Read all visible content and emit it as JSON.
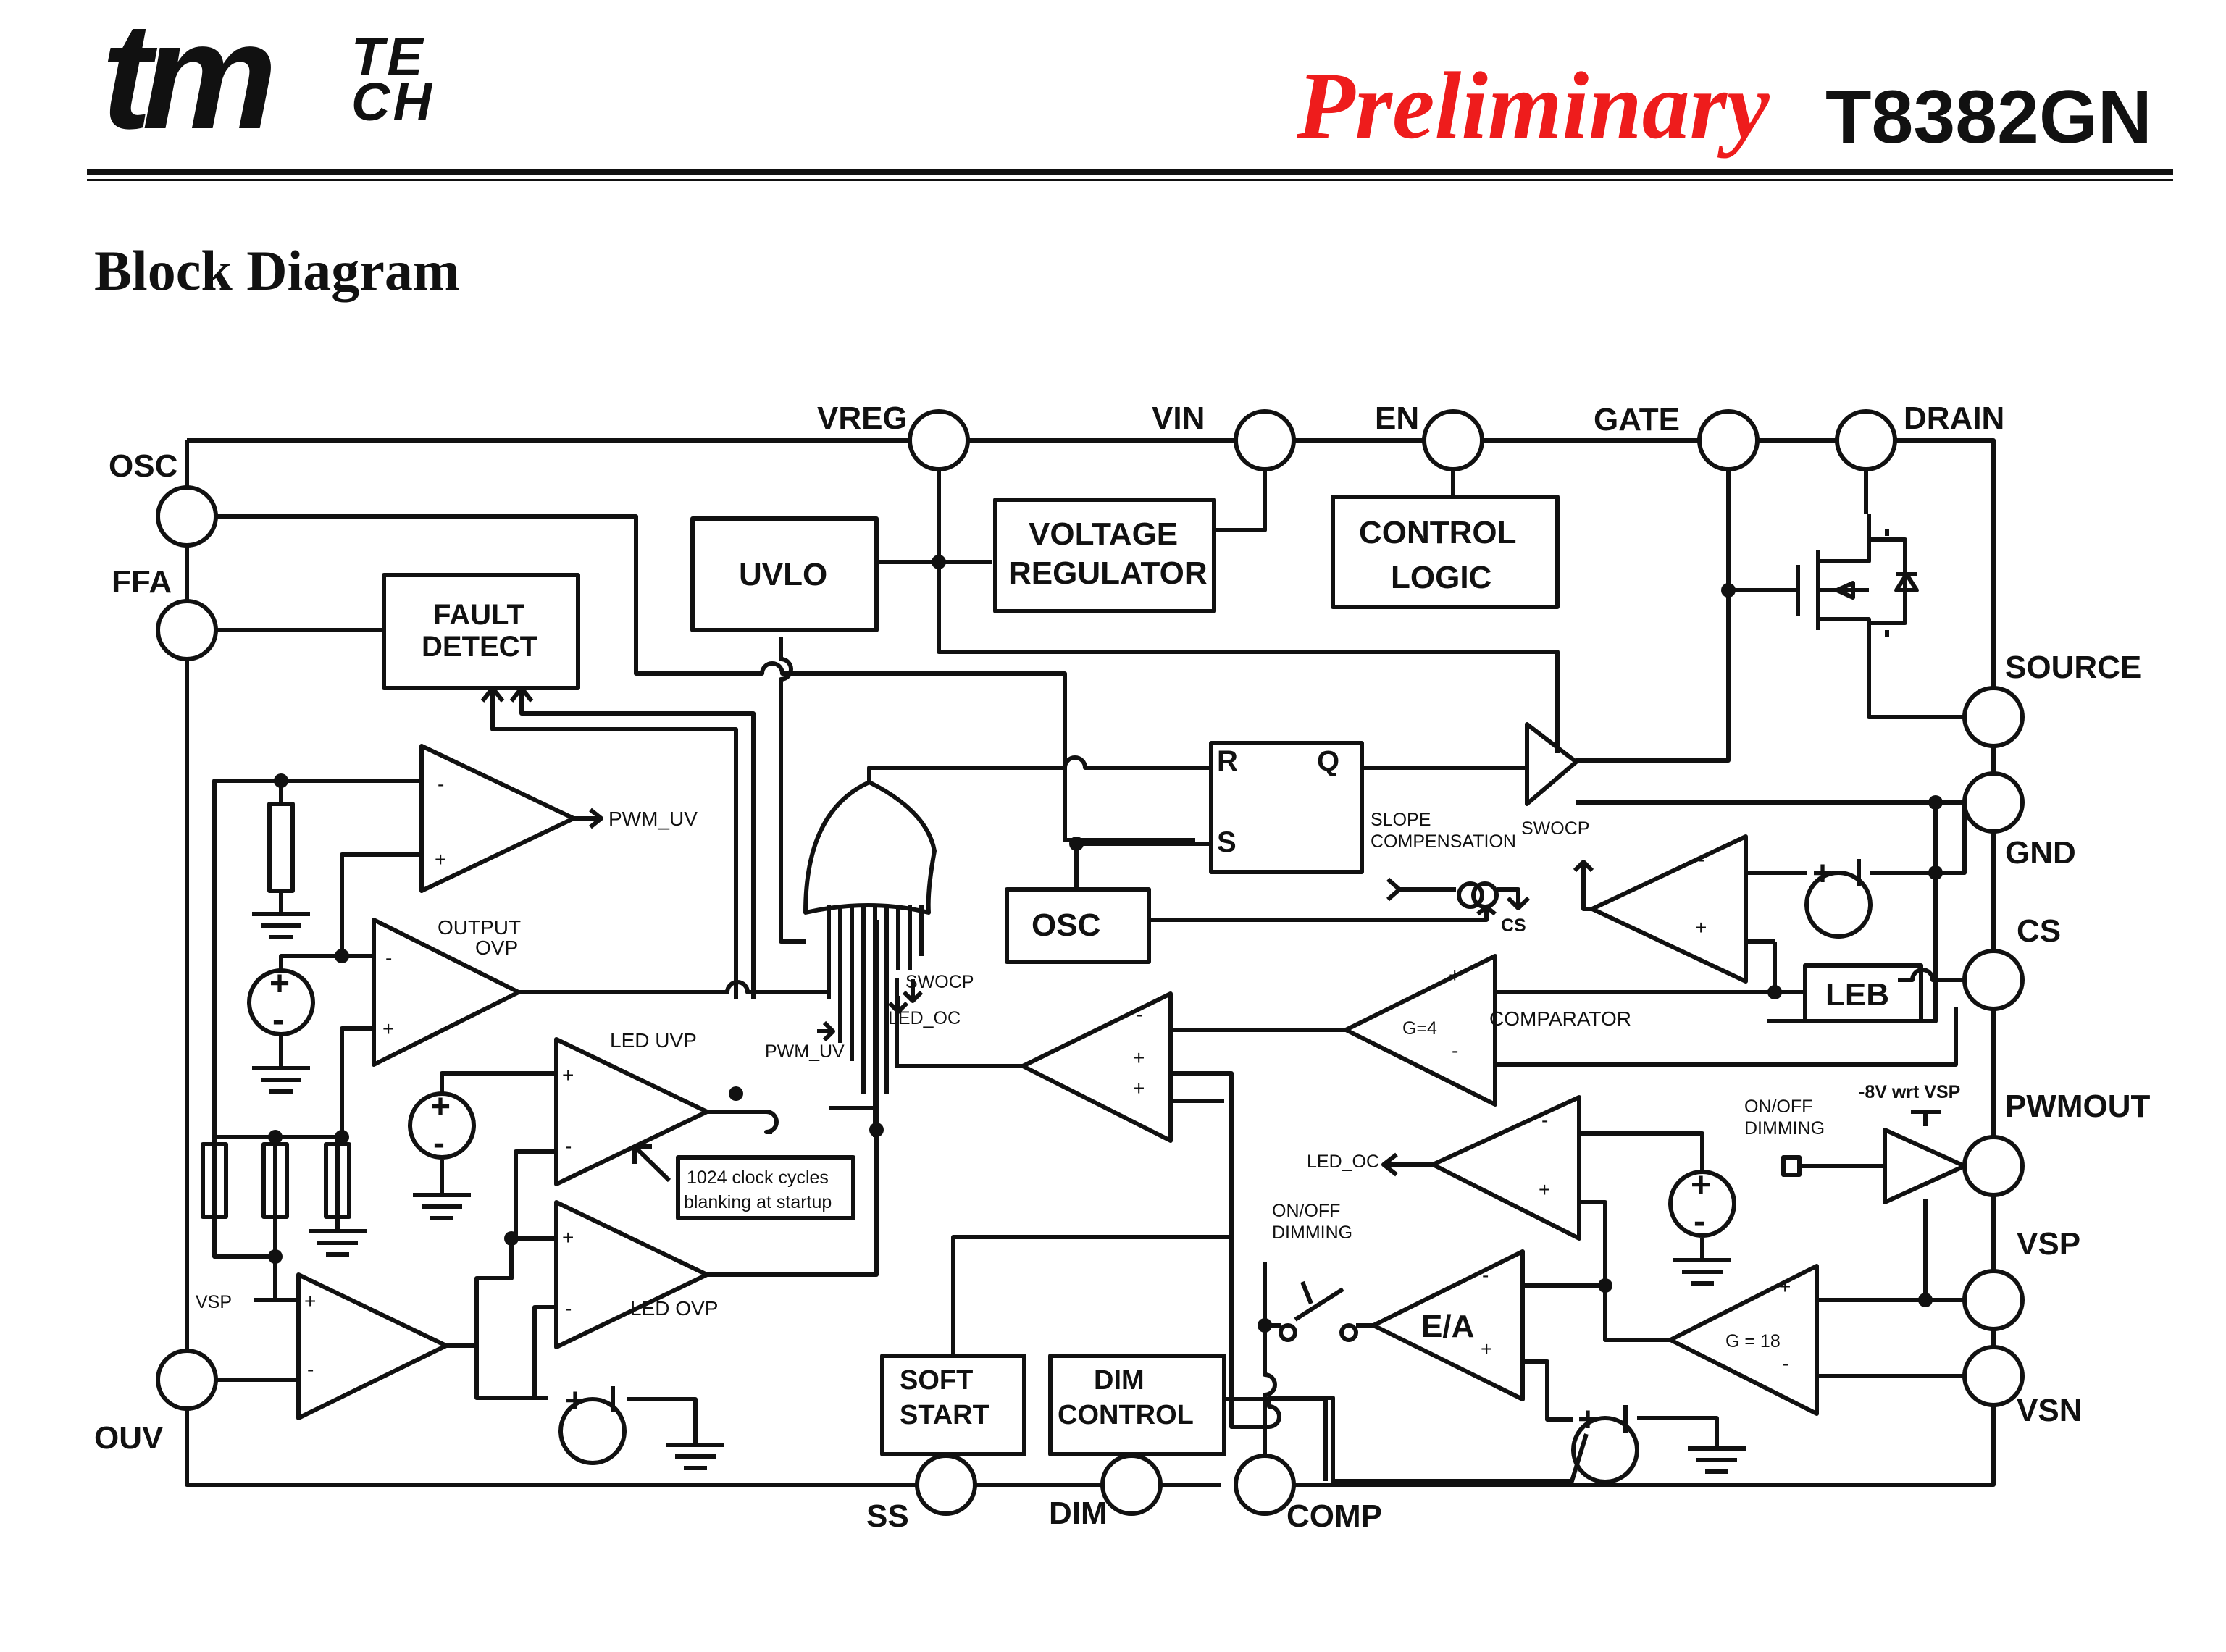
{
  "header": {
    "logo_main": "tm",
    "logo_sub_1": "TE",
    "logo_sub_2": "CH",
    "preliminary": "Preliminary",
    "part_number": "T8382GN"
  },
  "section_title": "Block Diagram",
  "pins": {
    "osc": "OSC",
    "ffa": "FFA",
    "ouv": "OUV",
    "vreg": "VREG",
    "vin": "VIN",
    "en": "EN",
    "gate": "GATE",
    "drain": "DRAIN",
    "source": "SOURCE",
    "gnd": "GND",
    "cs": "CS",
    "pwmout": "PWMOUT",
    "vsp": "VSP",
    "vsn": "VSN",
    "ss": "SS",
    "dim": "DIM",
    "comp": "COMP"
  },
  "blocks": {
    "uvlo": "UVLO",
    "voltage_regulator": [
      "VOLTAGE",
      "REGULATOR"
    ],
    "control_logic": [
      "CONTROL",
      "LOGIC"
    ],
    "fault_detect": [
      "FAULT",
      "DETECT"
    ],
    "osc": "OSC",
    "leb": "LEB",
    "soft_start": [
      "SOFT",
      "START"
    ],
    "dim_control": [
      "DIM",
      "CONTROL"
    ],
    "latch_r": "R",
    "latch_s": "S",
    "latch_q": "Q",
    "ea": "E/A"
  },
  "labels": {
    "pwm_uv": "PWM_UV",
    "output_ovp": [
      "OUTPUT",
      "OVP"
    ],
    "led_uvp": "LED UVP",
    "led_ovp": "LED OVP",
    "blanking": [
      "1024 clock cycles",
      "blanking at startup"
    ],
    "swocp": "SWOCP",
    "led_oc": "LED_OC",
    "slope_comp": [
      "SLOPE",
      "COMPENSATION"
    ],
    "cs_small": "CS",
    "comparator": "COMPARATOR",
    "gain4": "G=4",
    "gain18": "G = 18",
    "onoff_dimming": [
      "ON/OFF",
      "DIMMING"
    ],
    "neg8v": "-8V wrt VSP",
    "vsp_small": "VSP",
    "plus": "+",
    "minus": "-"
  }
}
